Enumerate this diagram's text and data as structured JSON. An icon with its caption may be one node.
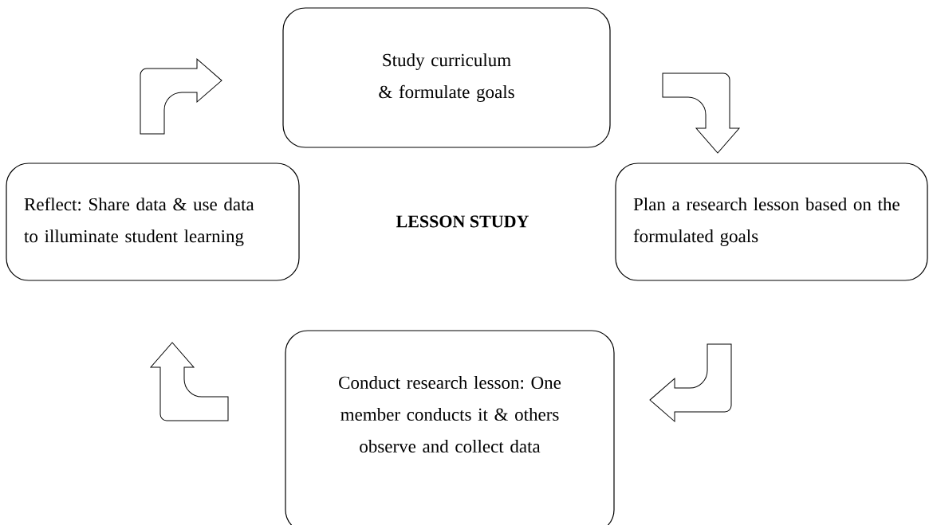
{
  "diagram": {
    "nodes": [
      {
        "text": [
          "Study curriculum & formulate goals"
        ]
      },
      {
        "text": [
          "Plan a research lesson based on the formulated goals"
        ]
      },
      {
        "text": [
          "Conduct research lesson: One member conducts it & others observe and collect data"
        ]
      },
      {
        "text": [
          "Reflect: Share data & use data to illuminate student learning"
        ]
      }
    ],
    "edges": [
      {
        "from": 3,
        "to": 0,
        "arrow": "to"
      },
      {
        "from": 0,
        "to": 1,
        "arrow": "to"
      },
      {
        "from": 1,
        "to": 2,
        "arrow": "to"
      },
      {
        "from": 2,
        "to": 3,
        "arrow": "to"
      }
    ],
    "labels": [
      "LESSON STUDY"
    ]
  }
}
